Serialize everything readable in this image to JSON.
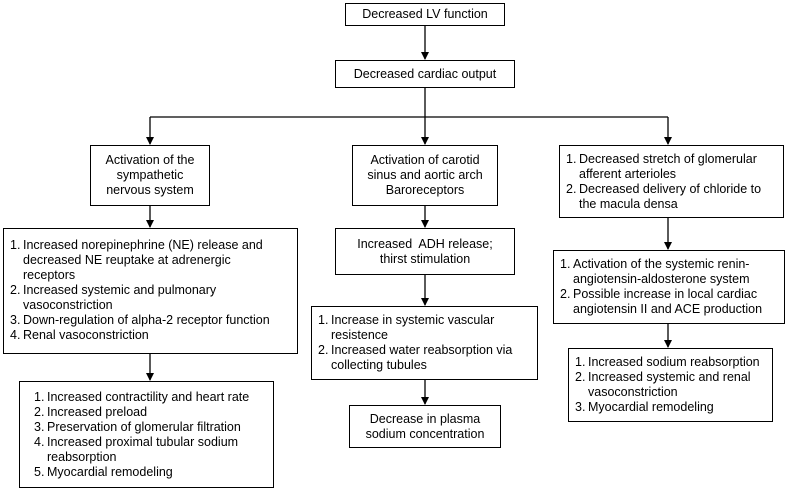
{
  "top": "Decreased LV function",
  "second": "Decreased cardiac output",
  "branches": {
    "left": {
      "header": [
        "Activation of the",
        "sympathetic",
        "nervous system"
      ],
      "effects": [
        {
          "num": "1.",
          "lines": [
            "Increased norepinephrine (NE) release and",
            "decreased NE reuptake at adrenergic",
            "receptors"
          ]
        },
        {
          "num": "2.",
          "lines": [
            "Increased systemic and pulmonary",
            "vasoconstriction"
          ]
        },
        {
          "num": "3.",
          "lines": [
            "Down-regulation of alpha-2 receptor function"
          ]
        },
        {
          "num": "4.",
          "lines": [
            "Renal vasoconstriction"
          ]
        }
      ],
      "outcomes": [
        {
          "num": "1.",
          "lines": [
            "Increased contractility and heart rate"
          ]
        },
        {
          "num": "2.",
          "lines": [
            "Increased preload"
          ]
        },
        {
          "num": "3.",
          "lines": [
            "Preservation of glomerular filtration"
          ]
        },
        {
          "num": "4.",
          "lines": [
            "Increased proximal tubular sodium",
            "reabsorption"
          ]
        },
        {
          "num": "5.",
          "lines": [
            "Myocardial remodeling"
          ]
        }
      ]
    },
    "middle": {
      "header": [
        "Activation of carotid",
        "sinus and aortic arch",
        "Baroreceptors"
      ],
      "release": [
        "Increased  ADH release;",
        "thirst stimulation"
      ],
      "effects": [
        {
          "num": "1.",
          "lines": [
            "Increase in systemic vascular",
            "resistence"
          ]
        },
        {
          "num": "2.",
          "lines": [
            "Increased water reabsorption via",
            "collecting tubules"
          ]
        }
      ],
      "outcome": [
        "Decrease in plasma",
        "sodium concentration"
      ]
    },
    "right": {
      "header": [
        {
          "num": "1.",
          "lines": [
            "Decreased stretch of glomerular",
            "afferent arterioles"
          ]
        },
        {
          "num": "2.",
          "lines": [
            "Decreased delivery of chloride to",
            "the macula densa"
          ]
        }
      ],
      "effects": [
        {
          "num": "1.",
          "lines": [
            "Activation of the systemic renin-",
            "angiotensin-aldosterone system"
          ]
        },
        {
          "num": "2.",
          "lines": [
            "Possible increase in local cardiac",
            "angiotensin II and ACE production"
          ]
        }
      ],
      "outcomes": [
        {
          "num": "1.",
          "lines": [
            "Increased sodium reabsorption"
          ]
        },
        {
          "num": "2.",
          "lines": [
            "Increased systemic and renal",
            "vasoconstriction"
          ]
        },
        {
          "num": "3.",
          "lines": [
            "Myocardial remodeling"
          ]
        }
      ]
    }
  }
}
